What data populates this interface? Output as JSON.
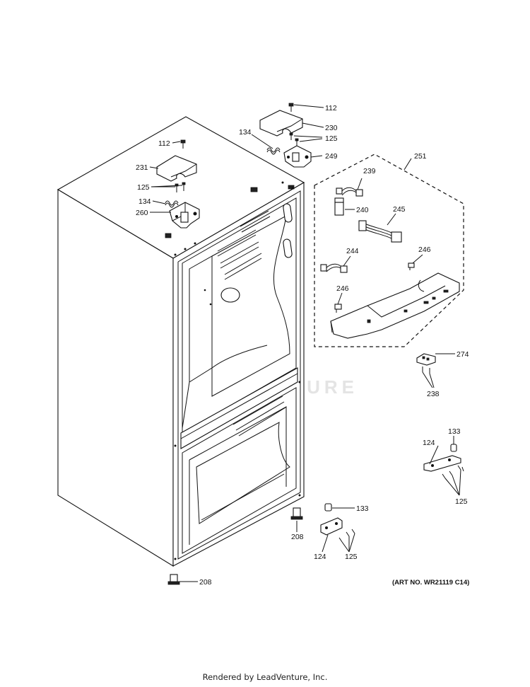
{
  "callouts": {
    "c112a": "112",
    "c230": "230",
    "c134a": "134",
    "c125a": "125",
    "c249": "249",
    "c112b": "112",
    "c231": "231",
    "c125b": "125",
    "c134b": "134",
    "c260": "260",
    "c251": "251",
    "c239": "239",
    "c240": "240",
    "c245": "245",
    "c244": "244",
    "c246a": "246",
    "c246b": "246",
    "c274": "274",
    "c238": "238",
    "c133a": "133",
    "c124a": "124",
    "c125c": "125",
    "c133b": "133",
    "c208a": "208",
    "c124b": "124",
    "c125d": "125",
    "c208b": "208"
  },
  "art_number": "(ART NO. WR21119 C14)",
  "watermark": "LEADVENTURE",
  "footer": "Rendered by LeadVenture, Inc."
}
